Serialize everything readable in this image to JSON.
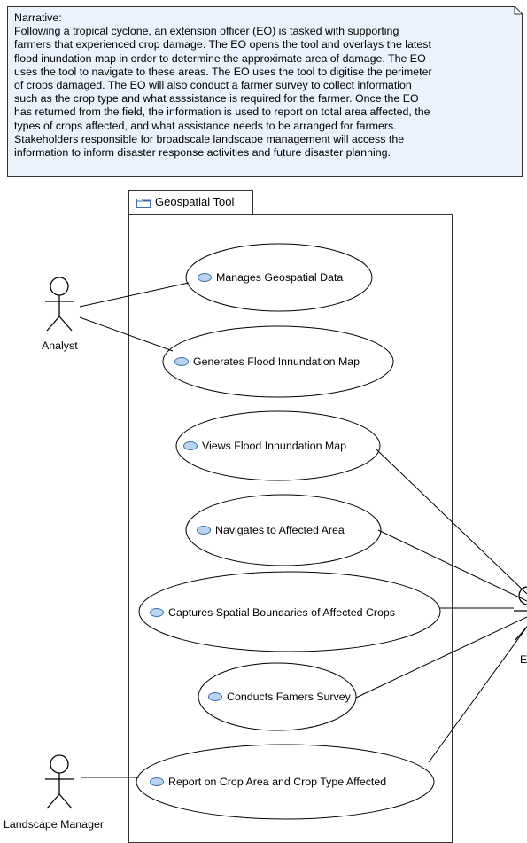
{
  "narrative": {
    "title": "Narrative:",
    "lines": [
      "Following a tropical cyclone, an extension officer (EO) is tasked with supporting",
      "farmers that experienced crop damage. The EO opens the tool and overlays the latest",
      "flood inundation map in order to determine the approximate area of damage. The EO",
      "uses the tool to navigate to these areas. The EO uses the tool to digitise the perimeter",
      "of crops damaged. The EO will also conduct a farmer survey to collect information",
      "such as the crop type and what asssistance is required for the farmer. Once the EO",
      "has returned from the field, the information is used to report on total area affected, the",
      "types of crops affected, and what assistance needs to be arranged for farmers.",
      "Stakeholders responsible for broadscale landscape management will access the",
      "information to inform disaster response activities and future disaster planning."
    ]
  },
  "package": {
    "name": "Geospatial Tool"
  },
  "use_cases": [
    "Manages Geospatial Data",
    "Generates Flood Innundation Map",
    "Views Flood Innundation Map",
    "Navigates to Affected Area",
    "Captures Spatial Boundaries of Affected Crops",
    "Conducts Famers Survey",
    "Report on Crop Area and Crop Type Affected"
  ],
  "actors": {
    "analyst": "Analyst",
    "landscape_manager": "Landscape Manager",
    "eo_partial": "E"
  },
  "colors": {
    "note_fill": "#eaf2fb",
    "use_case_icon": "#b8d4f0",
    "line": "#000000"
  }
}
